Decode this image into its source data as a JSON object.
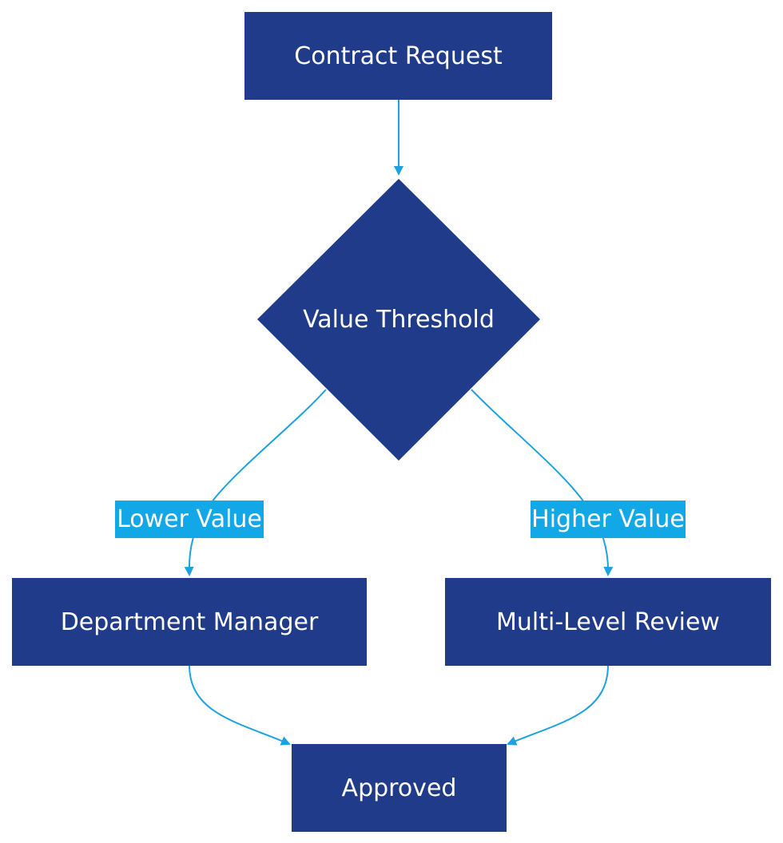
{
  "colors": {
    "node_fill": "#1f3b8a",
    "node_text": "#ffffff",
    "edge": "#1aa3e0",
    "label_bg": "#12a8e8",
    "label_text": "#ffffff",
    "background": "#ffffff"
  },
  "nodes": {
    "contract_request": "Contract Request",
    "value_threshold": "Value Threshold",
    "department_manager": "Department Manager",
    "multi_level_review": "Multi-Level Review",
    "approved": "Approved"
  },
  "edges": {
    "lower_value": "Lower Value",
    "higher_value": "Higher Value"
  }
}
